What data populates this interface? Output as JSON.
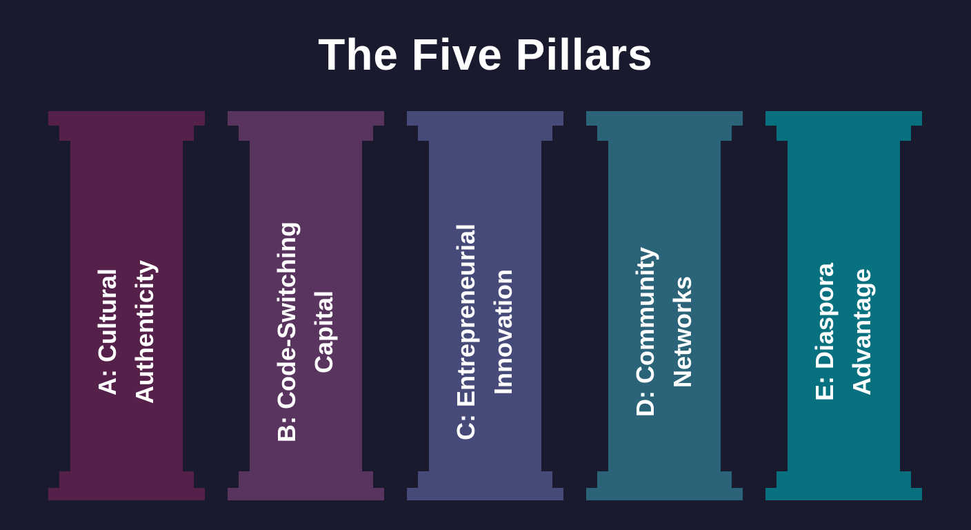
{
  "title": "The Five Pillars",
  "pillars": [
    {
      "line1": "A: Cultural",
      "line2": "Authenticity",
      "color": "#55204a"
    },
    {
      "line1": "B: Code-Switching",
      "line2": "Capital",
      "color": "#59345f"
    },
    {
      "line1": "C: Entrepreneurial",
      "line2": "Innovation",
      "color": "#464a78"
    },
    {
      "line1": "D: Community",
      "line2": "Networks",
      "color": "#2b6479"
    },
    {
      "line1": "E: Diaspora",
      "line2": "Advantage",
      "color": "#087180"
    }
  ]
}
